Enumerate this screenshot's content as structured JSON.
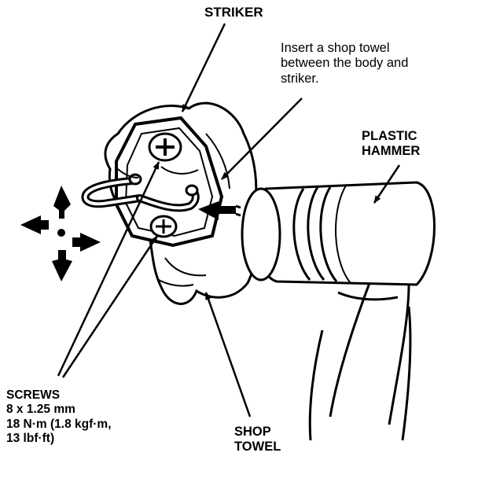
{
  "labels": {
    "striker": "STRIKER",
    "note": [
      "Insert a shop towel",
      "between the body and",
      "striker."
    ],
    "plastic_hammer": [
      "PLASTIC",
      "HAMMER"
    ],
    "screws": [
      "SCREWS",
      "8 x 1.25 mm",
      "18 N·m (1.8 kgf·m,",
      "13 lbf·ft)"
    ],
    "shop_towel": [
      "SHOP",
      "TOWEL"
    ]
  },
  "colors": {
    "ink": "#000000",
    "paper": "#ffffff"
  },
  "icons": [
    "four-way-arrow-icon",
    "screw-head-icon",
    "impact-arrow-icon"
  ]
}
